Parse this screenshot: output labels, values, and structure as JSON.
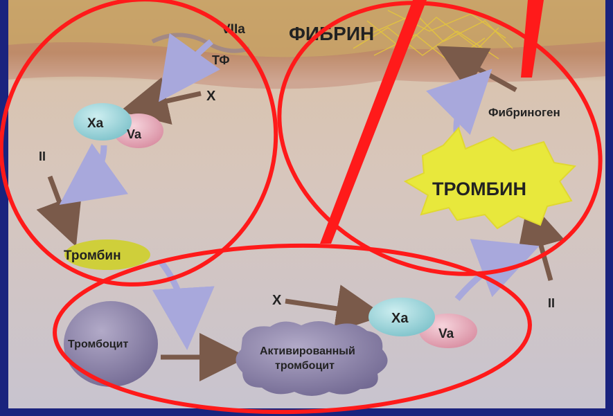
{
  "labels": {
    "viia": "VIIa",
    "tf": "ТФ",
    "x_top": "X",
    "xa_top": "Xa",
    "va_top": "Va",
    "ii_left": "II",
    "thrombin_small": "Тромбин",
    "fibrin": "ФИБРИН",
    "fibrinogen": "Фибриноген",
    "thrombin_big": "ТРОМБИН",
    "ii_right": "II",
    "x_bottom": "X",
    "xa_bottom": "Xa",
    "va_bottom": "Va",
    "platelet": "Тромбоцит",
    "activated_platelet_line1": "Активированный",
    "activated_platelet_line2": "тромбоцит"
  },
  "colors": {
    "frame": "#1a237e",
    "highlight": "#ff1a1a",
    "xa": "#8fd0d6",
    "va": "#e8a8b8",
    "thrombin_small": "#cfcf3a",
    "thrombin_big": "#e8e83c",
    "platelet": "#8a80a6",
    "activated_platelet": "#9a92b8",
    "arrow_brown": "#7a5a4a",
    "arrow_lilac": "#a8a8dc"
  }
}
